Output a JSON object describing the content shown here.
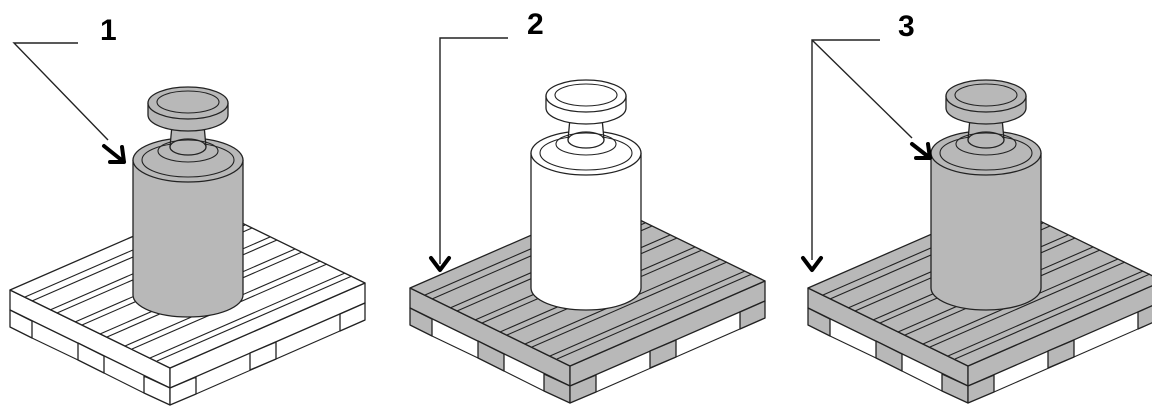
{
  "figure": {
    "panels": [
      {
        "label": "1",
        "pallet_shade": "#ffffff",
        "weight_shade": "#b8b8b8"
      },
      {
        "label": "2",
        "pallet_shade": "#b8b8b8",
        "weight_shade": "#ffffff"
      },
      {
        "label": "3",
        "pallet_shade": "#b8b8b8",
        "weight_shade": "#b8b8b8"
      }
    ],
    "colors": {
      "outline": "#222222",
      "background": "#ffffff"
    }
  }
}
